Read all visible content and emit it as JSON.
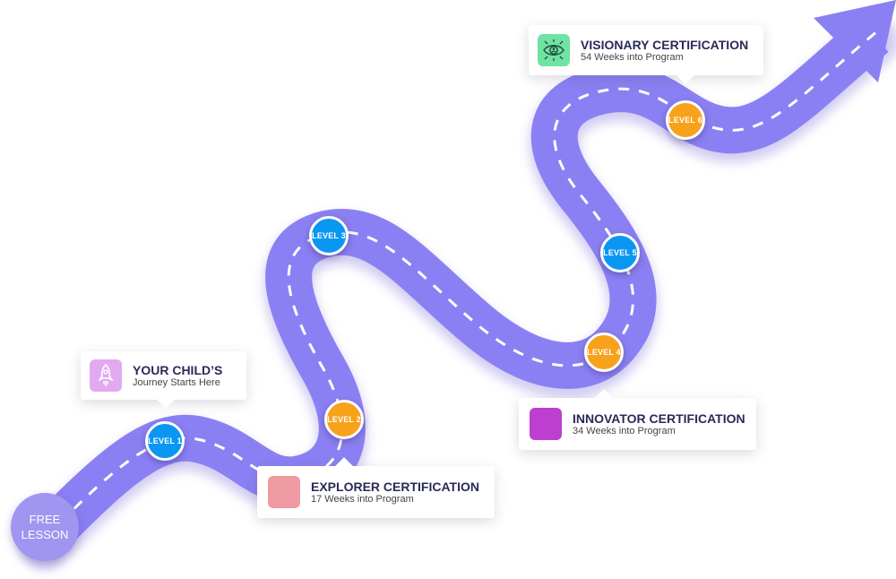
{
  "start": {
    "line1": "FREE",
    "line2": "LESSON"
  },
  "levels": [
    "LEVEL 1",
    "LEVEL 2",
    "LEVEL 3",
    "LEVEL 4",
    "LEVEL 5",
    "LEVEL 6"
  ],
  "cards": {
    "start_card": {
      "title": "YOUR CHILD’S",
      "subtitle": "Journey Starts Here",
      "icon": "rocket-icon"
    },
    "explorer": {
      "title": "EXPLORER CERTIFICATION",
      "subtitle": "17 Weeks into Program",
      "icon": "certificate-icon"
    },
    "innovator": {
      "title": "INNOVATOR CERTIFICATION",
      "subtitle": "34 Weeks into Program",
      "icon": "certificate-icon"
    },
    "visionary": {
      "title": "VISIONARY CERTIFICATION",
      "subtitle": "54 Weeks into Program",
      "icon": "vision-eye-icon"
    }
  },
  "colors": {
    "road": "#8b80f3",
    "road_shadow": "#c6c0ee",
    "level_blue": "#0a97f2",
    "level_orange": "#f7a21b",
    "start_circle": "#a095f0",
    "title_text": "#2a2a5a",
    "start_icon_bg": "#e2a9f0",
    "explorer_icon_bg": "#f09aa2",
    "innovator_icon_bg": "#bc3fcf",
    "visionary_icon_bg": "#6ee3a4"
  }
}
